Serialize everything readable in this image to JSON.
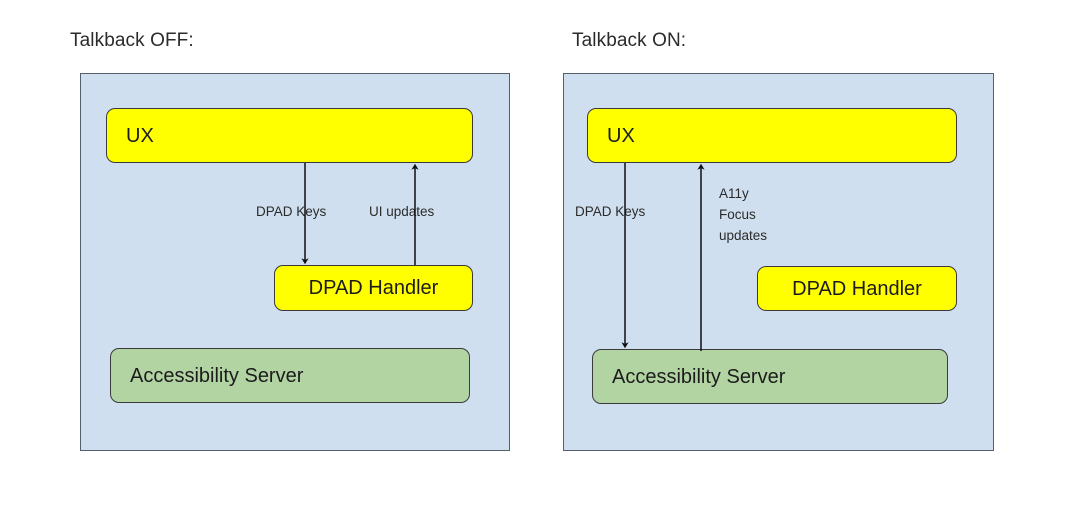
{
  "diagram": {
    "type": "block-diagram",
    "title_off": "Talkback OFF:",
    "title_on": "Talkback ON:",
    "colors": {
      "panel_fill": "#cfdfef",
      "panel_stroke": "#56606a",
      "node_yellow": "#ffff00",
      "node_green": "#b2d3a2",
      "node_stroke": "#3b3b3b",
      "arrow": "#111111",
      "text": "#2b2b2b"
    },
    "panels": [
      {
        "id": "talkback-off",
        "title": "Talkback OFF:",
        "nodes": [
          {
            "id": "ux",
            "label": "UX",
            "color": "yellow"
          },
          {
            "id": "dpad-handler",
            "label": "DPAD Handler",
            "color": "yellow"
          },
          {
            "id": "accessibility-server",
            "label": "Accessibility Server",
            "color": "green"
          }
        ],
        "edges": [
          {
            "id": "ux-to-dpad",
            "from": "UX",
            "to": "DPAD Handler",
            "label": "DPAD Keys",
            "direction": "down"
          },
          {
            "id": "dpad-to-ux",
            "from": "DPAD Handler",
            "to": "UX",
            "label": "UI updates",
            "direction": "up"
          }
        ]
      },
      {
        "id": "talkback-on",
        "title": "Talkback ON:",
        "nodes": [
          {
            "id": "ux",
            "label": "UX",
            "color": "yellow"
          },
          {
            "id": "dpad-handler",
            "label": "DPAD Handler",
            "color": "yellow"
          },
          {
            "id": "accessibility-server",
            "label": "Accessibility Server",
            "color": "green"
          }
        ],
        "edges": [
          {
            "id": "ux-to-server",
            "from": "UX",
            "to": "Accessibility Server",
            "label": "DPAD Keys",
            "direction": "down"
          },
          {
            "id": "server-to-ux",
            "from": "Accessibility Server",
            "to": "UX",
            "label": "A11y Focus updates",
            "label_lines": [
              "A11y",
              "Focus",
              "updates"
            ],
            "direction": "up"
          }
        ]
      }
    ],
    "labels": {
      "ux": "UX",
      "dpad_handler": "DPAD Handler",
      "accessibility_server": "Accessibility Server",
      "dpad_keys": "DPAD Keys",
      "ui_updates": "UI updates",
      "a11y_line1": "A11y",
      "a11y_line2": "Focus",
      "a11y_line3": "updates"
    }
  }
}
